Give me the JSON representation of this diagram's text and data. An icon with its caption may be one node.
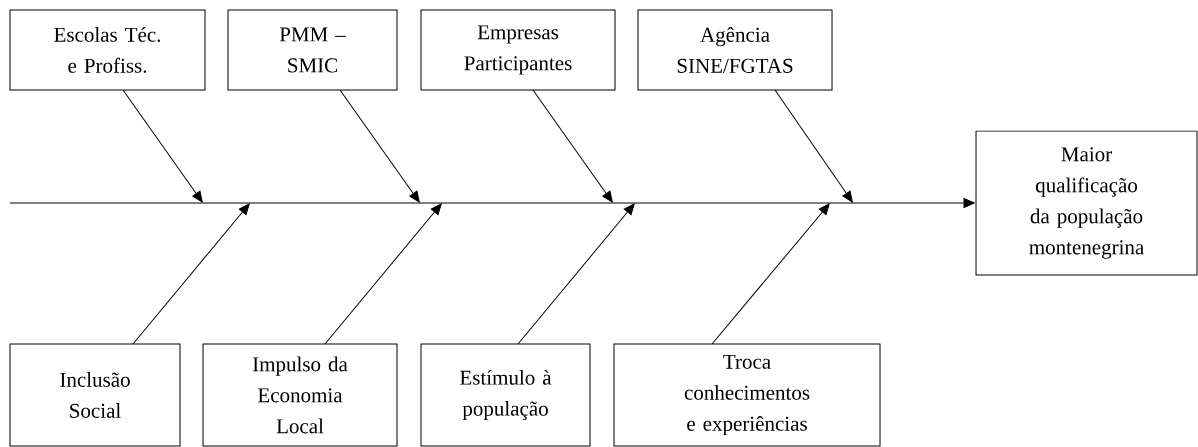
{
  "diagram": {
    "nodes": [
      {
        "text": [
          "Escolas Téc. e Profiss."
        ]
      },
      {
        "text": [
          "PMM – SMIC"
        ]
      },
      {
        "text": [
          "Empresas Participantes"
        ]
      },
      {
        "text": [
          "Agência SINE/FGTAS"
        ]
      },
      {
        "text": [
          "Maior qualificação da população montenegrina"
        ]
      },
      {
        "text": [
          "Inclusão Social"
        ]
      },
      {
        "text": [
          "Impulso da Economia Local"
        ]
      },
      {
        "text": [
          "Estímulo à população"
        ]
      },
      {
        "text": [
          "Troca conhecimentos e experiências"
        ]
      }
    ],
    "edges": [
      {
        "from": null,
        "to": 4,
        "arrow": "to"
      },
      {
        "from": 0,
        "to": null,
        "arrow": "to"
      },
      {
        "from": 1,
        "to": null,
        "arrow": "to"
      },
      {
        "from": 2,
        "to": null,
        "arrow": "to"
      },
      {
        "from": 3,
        "to": null,
        "arrow": "to"
      },
      {
        "from": 5,
        "to": null,
        "arrow": "to"
      },
      {
        "from": 6,
        "to": null,
        "arrow": "to"
      },
      {
        "from": 7,
        "to": null,
        "arrow": "to"
      },
      {
        "from": 8,
        "to": null,
        "arrow": "to"
      }
    ]
  }
}
